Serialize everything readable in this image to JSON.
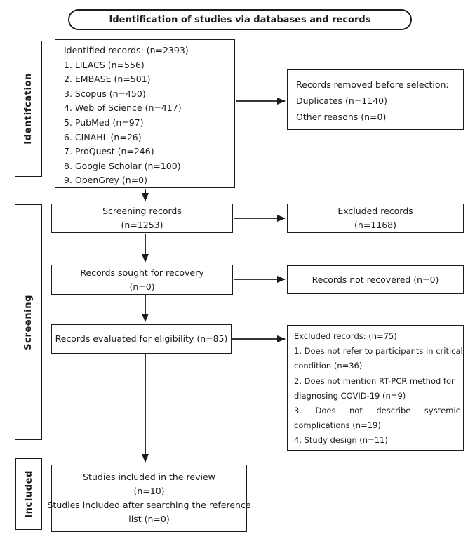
{
  "title": "Identification of studies via databases and records",
  "stages": {
    "identification": "Identifcation",
    "screening": "Screening",
    "included": "Included"
  },
  "identified_records": {
    "lines": [
      "Identified records: (n=2393)",
      "1. LILACS (n=556)",
      "2. EMBASE (n=501)",
      "3. Scopus (n=450)",
      "4. Web of Science (n=417)",
      "5. PubMed (n=97)",
      "6. CINAHL (n=26)",
      "7. ProQuest (n=246)",
      "8. Google Scholar (n=100)",
      "9. OpenGrey (n=0)"
    ]
  },
  "records_removed": {
    "lines": [
      "Records removed before selection:",
      "Duplicates (n=1140)",
      "Other reasons (n=0)"
    ]
  },
  "screening_records": {
    "lines": [
      "Screening records",
      "(n=1253)"
    ]
  },
  "excluded_records": {
    "lines": [
      "Excluded records",
      "(n=1168)"
    ]
  },
  "records_sought": {
    "lines": [
      "Records sought for recovery",
      "(n=0)"
    ]
  },
  "records_not_recovered": {
    "lines": [
      "Records not recovered (n=0)"
    ]
  },
  "records_evaluated": {
    "lines": [
      "Records evaluated for eligibility (n=85)"
    ]
  },
  "excluded_eligibility": {
    "lines": [
      "Excluded records: (n=75)",
      "1. Does not refer to participants in critical",
      "condition (n=36)",
      "2. Does not mention RT-PCR method for",
      "diagnosing COVID-19 (n=9)",
      "3. Does not describe systemic",
      "complications (n=19)",
      "4. Study design (n=11)"
    ]
  },
  "included_studies": {
    "lines": [
      "Studies included in the review",
      "(n=10)",
      "Studies included after searching the reference",
      "list (n=0)"
    ]
  },
  "colors": {
    "line": "#1c1c1c",
    "background": "#ffffff"
  }
}
